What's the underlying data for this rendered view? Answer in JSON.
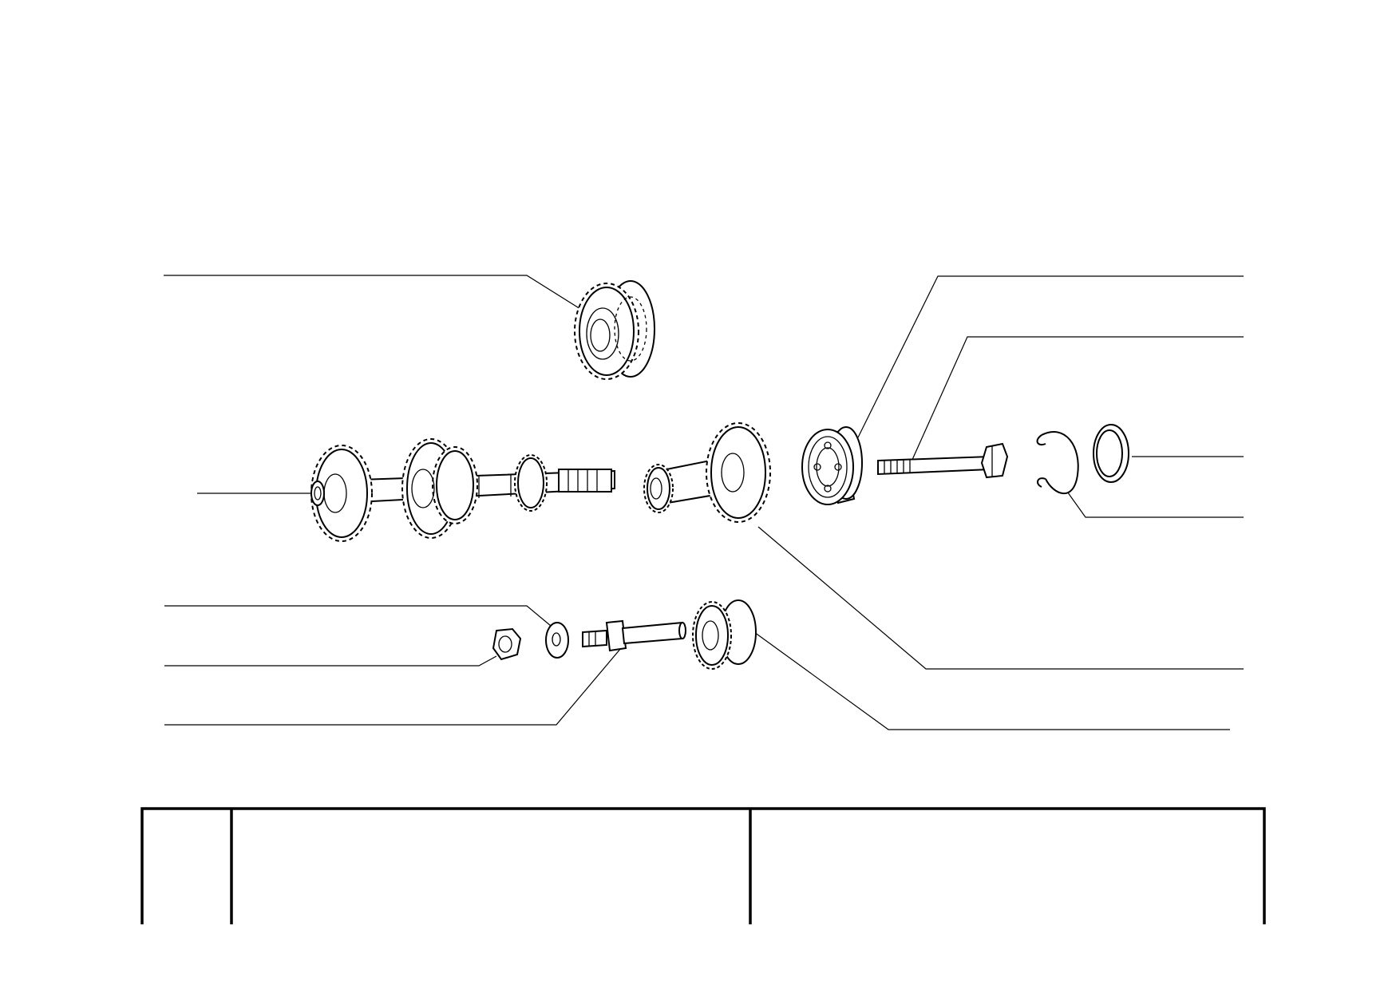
{
  "diagram": {
    "kind": "exploded gearbox parts view",
    "parts": [
      {
        "name": "gear-cluster-top"
      },
      {
        "name": "main-shaft-with-gears"
      },
      {
        "name": "countershaft-gear"
      },
      {
        "name": "ball-bearing"
      },
      {
        "name": "bolt"
      },
      {
        "name": "circlip"
      },
      {
        "name": "spacer-ring"
      },
      {
        "name": "nut"
      },
      {
        "name": "washer"
      },
      {
        "name": "stud-shaft"
      },
      {
        "name": "idler-gear"
      }
    ]
  },
  "title_block": {
    "cells": [
      "",
      "",
      ""
    ]
  }
}
